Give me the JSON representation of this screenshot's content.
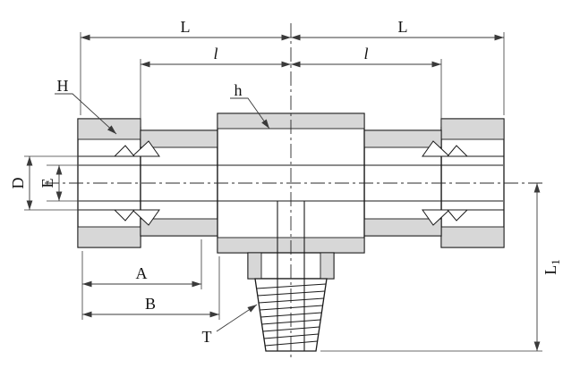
{
  "drawing": {
    "labels": {
      "L_left": "L",
      "L_right": "L",
      "l_left": "l",
      "l_right": "l",
      "H": "H",
      "h": "h",
      "D": "D",
      "E": "E",
      "A": "A",
      "B": "B",
      "T": "T",
      "L1_main": "L",
      "L1_sub": "1"
    },
    "colors": {
      "line": "#1a1a1a",
      "shade": "#d7d7d7",
      "dimension": "#3a3a3a",
      "background": "#ffffff"
    }
  }
}
